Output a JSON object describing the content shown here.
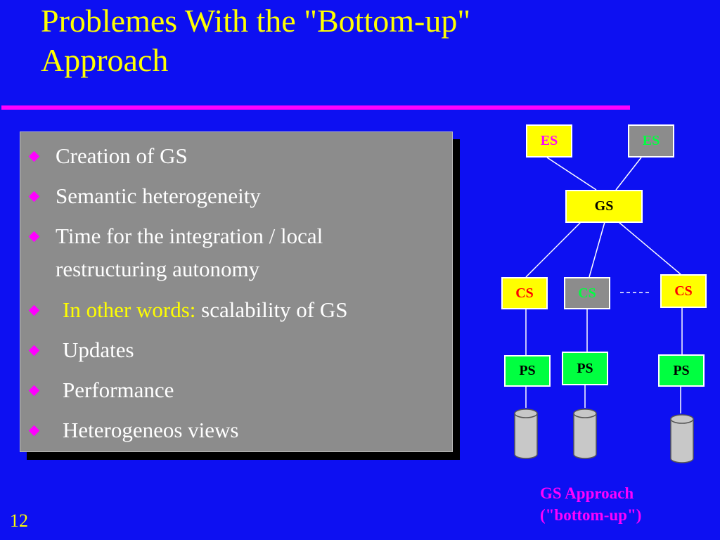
{
  "slide": {
    "title_line1": "Problemes With the  \"Bottom-up\"",
    "title_line2": "Approach",
    "page_number": "12"
  },
  "bullets": [
    {
      "text": "Creation of   GS"
    },
    {
      "text": "Semantic heterogeneity"
    },
    {
      "text_line1": "Time for the  integration / local",
      "text_line2": "restructuring autonomy"
    },
    {
      "highlight": "In other words:",
      "text": "scalability of GS"
    },
    {
      "text": "Updates"
    },
    {
      "text": "Performance"
    },
    {
      "text": "Heterogeneos views"
    }
  ],
  "diagram": {
    "es_left": "ES",
    "es_right": "ES",
    "gs": "GS",
    "cs_left": "CS",
    "cs_middle": "CS",
    "cs_right": "CS",
    "ps_left": "PS",
    "ps_middle": "PS",
    "ps_right": "PS",
    "caption_line1": "GS Approach",
    "caption_line2": "(\"bottom-up\")",
    "colors": {
      "yellow": "#ffff00",
      "gray": "#8c8c8c",
      "green": "#00ff40",
      "pink_text": "#ff00ff",
      "green_text": "#00ff40",
      "red_text": "#ff0000"
    }
  }
}
